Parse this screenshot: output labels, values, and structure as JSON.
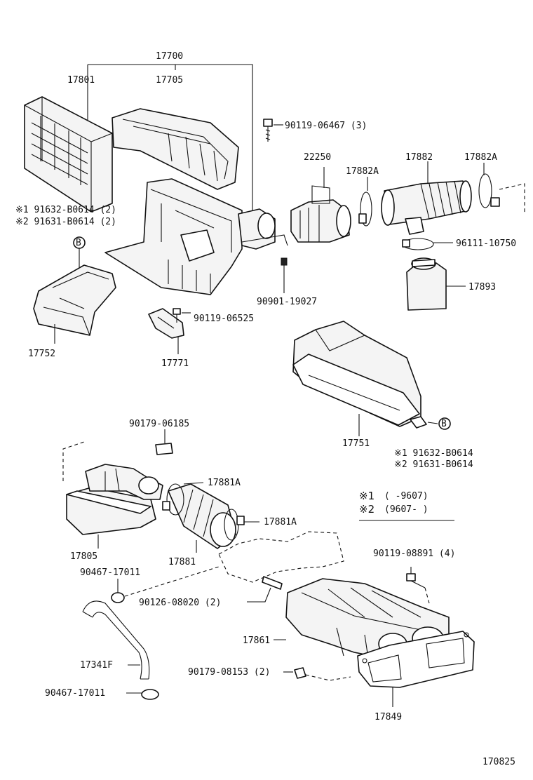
{
  "labels": {
    "p17700": "17700",
    "p17801": "17801",
    "p17705": "17705",
    "p90119_06467": "90119-06467 (3)",
    "p22250": "22250",
    "p17882a_left": "17882A",
    "p17882": "17882",
    "p17882a_right": "17882A",
    "note1_top": "※1 91632-B0614 (2)",
    "note2_top": "※2 91631-B0614 (2)",
    "marker_b_top": "B",
    "p96111_10750": "96111-10750",
    "p90901_19027": "90901-19027",
    "p17893": "17893",
    "p17752": "17752",
    "p90119_06525": "90119-06525",
    "p17771": "17771",
    "marker_b_bottom": "B",
    "p17751": "17751",
    "note1_bottom": "※1 91632-B0614",
    "note2_bottom": "※2 91631-B0614",
    "p90179_06185": "90179-06185",
    "p17881a_top": "17881A",
    "p17881a_bottom": "17881A",
    "legend1_mark": "※1",
    "legend1_range": "(      -9607)",
    "legend2_mark": "※2",
    "legend2_range": "(9607-      )",
    "p17805": "17805",
    "p17881": "17881",
    "p90119_08891": "90119-08891 (4)",
    "p90467_17011_top": "90467-17011",
    "p90126_08020": "90126-08020 (2)",
    "p17861": "17861",
    "p17341f": "17341F",
    "p90179_08153": "90179-08153 (2)",
    "p90467_17011_bottom": "90467-17011",
    "p17849": "17849",
    "diagram_code": "170825"
  }
}
